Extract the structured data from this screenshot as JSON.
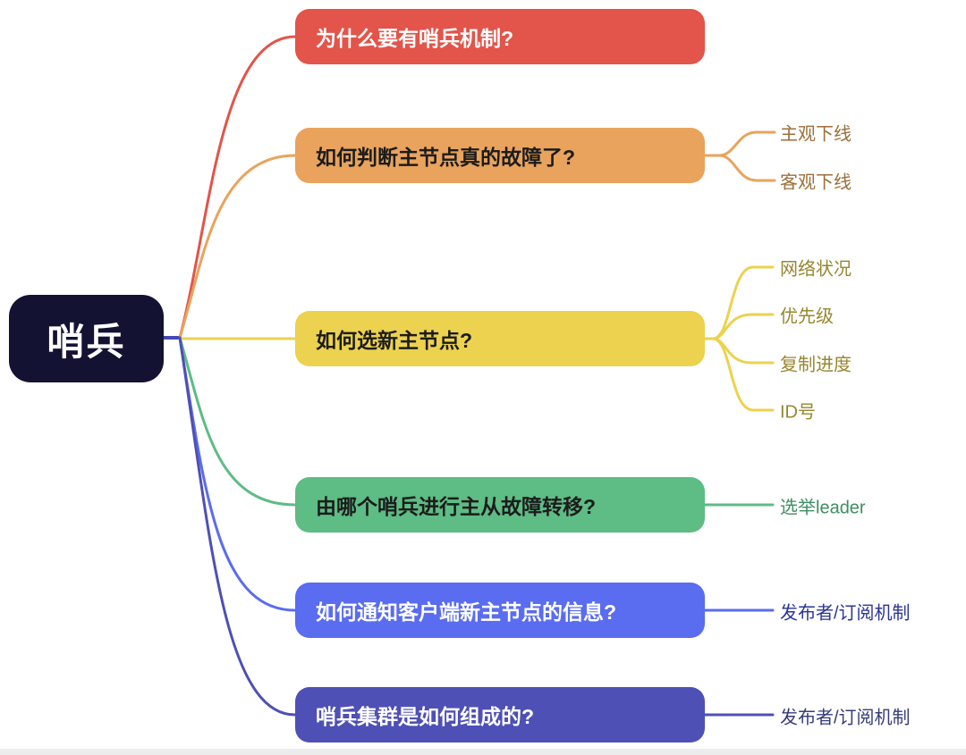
{
  "canvas": {
    "background": "#ffffff",
    "bottom_strip": "#ececec"
  },
  "root": {
    "label": "哨兵",
    "color": "#141233",
    "text_color": "#ffffff",
    "connector_color": "#4548b2"
  },
  "branches": [
    {
      "id": "why",
      "label": "为什么要有哨兵机制?",
      "color": "#e3544a",
      "text_color": "#ffffff",
      "children": []
    },
    {
      "id": "judge-failure",
      "label": "如何判断主节点真的故障了?",
      "color": "#e9a35c",
      "text_color": "#1c1c1c",
      "children": [
        {
          "label": "主观下线",
          "text_color": "#9c6f38"
        },
        {
          "label": "客观下线",
          "text_color": "#9c6f38"
        }
      ]
    },
    {
      "id": "elect-master",
      "label": "如何选新主节点?",
      "color": "#ecd24e",
      "text_color": "#1c1c1c",
      "children": [
        {
          "label": "网络状况",
          "text_color": "#97872f"
        },
        {
          "label": "优先级",
          "text_color": "#97872f"
        },
        {
          "label": "复制进度",
          "text_color": "#97872f"
        },
        {
          "label": "ID号",
          "text_color": "#97872f"
        }
      ]
    },
    {
      "id": "failover-leader",
      "label": "由哪个哨兵进行主从故障转移?",
      "color": "#5ebc85",
      "text_color": "#1c1c1c",
      "children": [
        {
          "label": "选举leader",
          "text_color": "#3e8f62"
        }
      ]
    },
    {
      "id": "notify-client",
      "label": "如何通知客户端新主节点的信息?",
      "color": "#5a6cef",
      "text_color": "#ffffff",
      "children": [
        {
          "label": "发布者/订阅机制",
          "text_color": "#2b3596"
        }
      ]
    },
    {
      "id": "cluster-compose",
      "label": "哨兵集群是如何组成的?",
      "color": "#4e50b5",
      "text_color": "#ffffff",
      "children": [
        {
          "label": "发布者/订阅机制",
          "text_color": "#363c78"
        }
      ]
    }
  ]
}
